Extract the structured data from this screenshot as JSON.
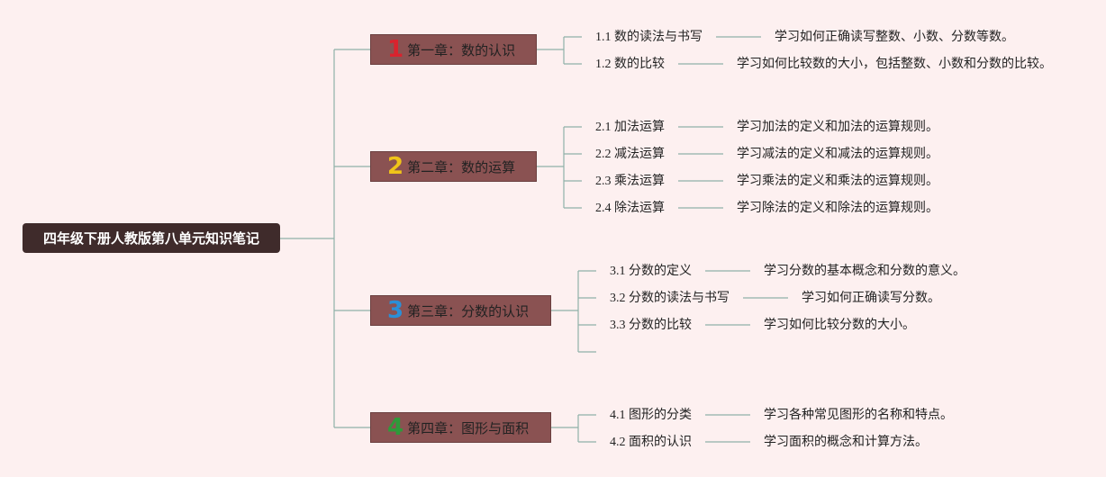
{
  "root": {
    "label": "四年级下册人教版第八单元知识笔记"
  },
  "colors": {
    "background": "#fdf0f0",
    "root": "#3f2b2b",
    "chapter": "#8a5252",
    "line": "#8fb0a8"
  },
  "chapters": [
    {
      "num": "1",
      "num_color": "#d9232e",
      "label": "第一章：数的认识",
      "sections": [
        {
          "title": "1.1 数的读法与书写",
          "desc": "学习如何正确读写整数、小数、分数等数。"
        },
        {
          "title": "1.2 数的比较",
          "desc": "学习如何比较数的大小，包括整数、小数和分数的比较。"
        }
      ]
    },
    {
      "num": "2",
      "num_color": "#f0c419",
      "label": "第二章：数的运算",
      "sections": [
        {
          "title": "2.1 加法运算",
          "desc": "学习加法的定义和加法的运算规则。"
        },
        {
          "title": "2.2 减法运算",
          "desc": "学习减法的定义和减法的运算规则。"
        },
        {
          "title": "2.3 乘法运算",
          "desc": "学习乘法的定义和乘法的运算规则。"
        },
        {
          "title": "2.4 除法运算",
          "desc": "学习除法的定义和除法的运算规则。"
        }
      ]
    },
    {
      "num": "3",
      "num_color": "#2b8fd6",
      "label": "第三章：分数的认识",
      "sections": [
        {
          "title": "3.1 分数的定义",
          "desc": "学习分数的基本概念和分数的意义。"
        },
        {
          "title": "3.2 分数的读法与书写",
          "desc": "学习如何正确读写分数。"
        },
        {
          "title": "3.3 分数的比较",
          "desc": "学习如何比较分数的大小。"
        },
        {
          "title": "",
          "desc": ""
        }
      ]
    },
    {
      "num": "4",
      "num_color": "#2e9a3a",
      "label": "第四章：图形与面积",
      "sections": [
        {
          "title": "4.1 图形的分类",
          "desc": "学习各种常见图形的名称和特点。"
        },
        {
          "title": "4.2 面积的认识",
          "desc": "学习面积的概念和计算方法。"
        }
      ]
    }
  ]
}
